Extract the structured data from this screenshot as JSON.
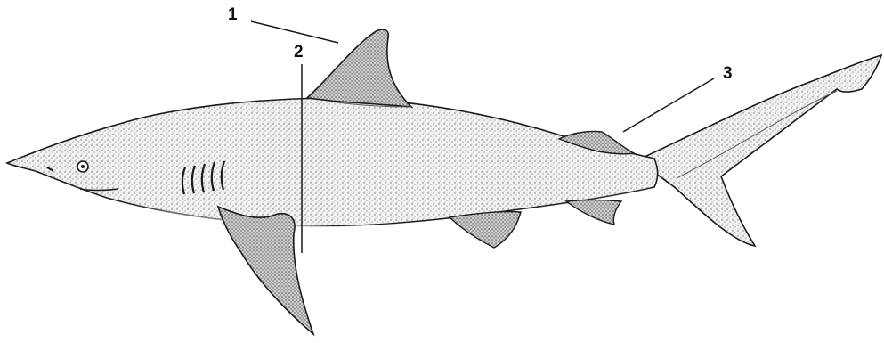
{
  "labels": {
    "one": "1",
    "two": "2",
    "three": "3"
  },
  "colors": {
    "background": "#ffffff",
    "outline": "#1a1a1a",
    "shading": "#8a8a8a",
    "belly": "#f4f4f4"
  }
}
